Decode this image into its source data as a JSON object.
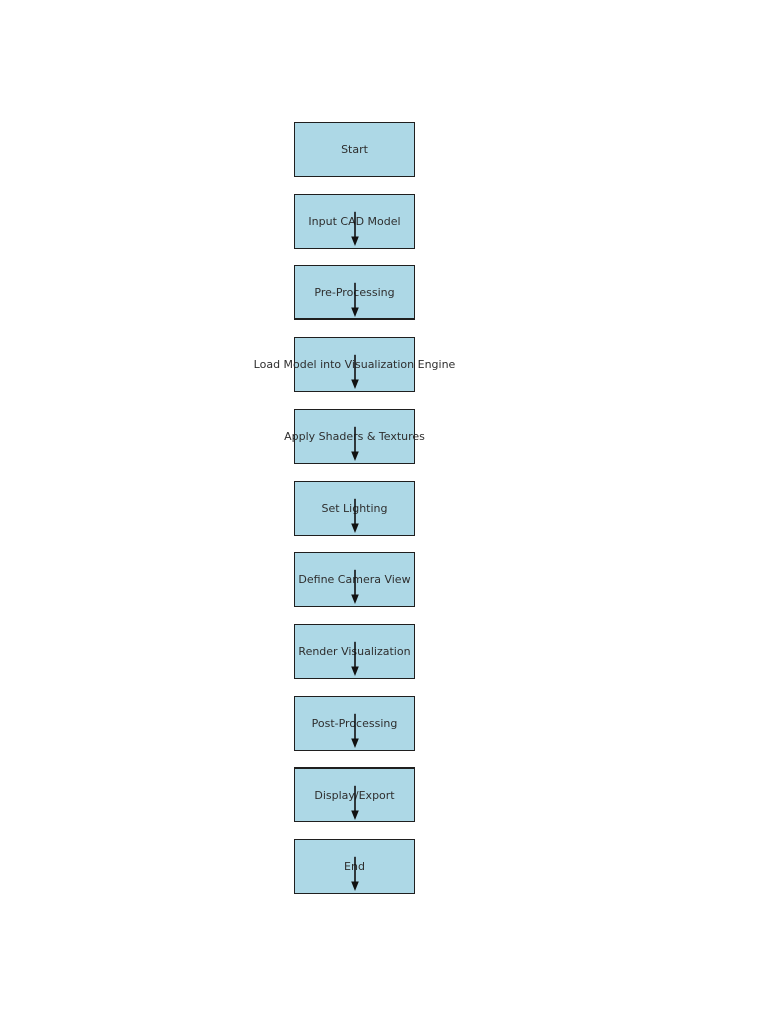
{
  "flowchart": {
    "description": "Vertical process flowchart for CAD model visualization pipeline",
    "nodes": [
      {
        "label": "Start",
        "has_arrow": false
      },
      {
        "label": "Input CAD Model",
        "has_arrow": true
      },
      {
        "label": "Pre-Processing",
        "has_arrow": true
      },
      {
        "label": "Load Model into Visualization Engine",
        "has_arrow": true
      },
      {
        "label": "Apply Shaders & Textures",
        "has_arrow": true
      },
      {
        "label": "Set Lighting",
        "has_arrow": true
      },
      {
        "label": "Define Camera View",
        "has_arrow": true
      },
      {
        "label": "Render Visualization",
        "has_arrow": true
      },
      {
        "label": "Post-Processing",
        "has_arrow": true
      },
      {
        "label": "Display/Export",
        "has_arrow": true
      },
      {
        "label": "End",
        "has_arrow": true
      }
    ],
    "colors": {
      "node_fill": "#add8e6",
      "node_border": "#1f1f1f",
      "label_text": "#2e2e2e",
      "arrow": "#111111",
      "background": "#ffffff"
    }
  }
}
